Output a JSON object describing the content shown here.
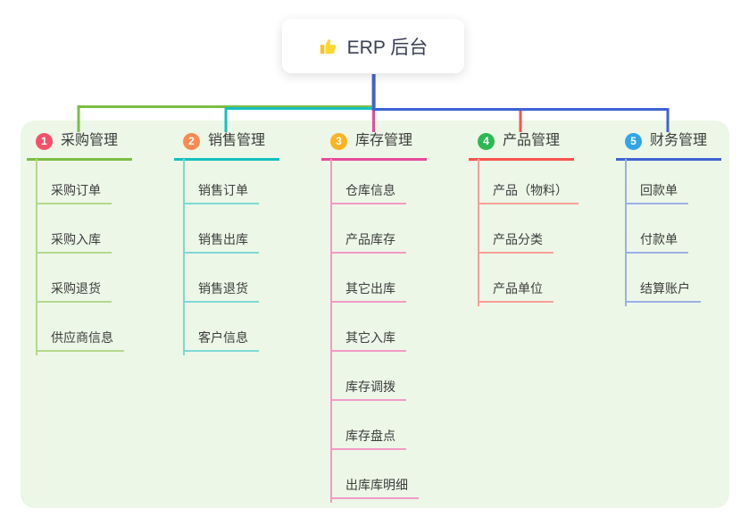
{
  "root": {
    "title": "ERP 后台",
    "icon": "thumbs-up-icon"
  },
  "canvas": {
    "background": "#FFFFFF",
    "panel_background": "#ECF7E7"
  },
  "branches": [
    {
      "badge": "1",
      "title": "采购管理",
      "line_color": "#7CBE45",
      "sub_line_color": "#B4D98C",
      "badge_color": "#F5506A",
      "items": [
        "采购订单",
        "采购入库",
        "采购退货",
        "供应商信息"
      ]
    },
    {
      "badge": "2",
      "title": "销售管理",
      "line_color": "#16C0BE",
      "sub_line_color": "#7FD9D6",
      "badge_color": "#FB8B50",
      "items": [
        "销售订单",
        "销售出库",
        "销售退货",
        "客户信息"
      ]
    },
    {
      "badge": "3",
      "title": "库存管理",
      "line_color": "#E84A9B",
      "sub_line_color": "#F29AC6",
      "badge_color": "#FFB321",
      "items": [
        "仓库信息",
        "产品库存",
        "其它出库",
        "其它入库",
        "库存调拨",
        "库存盘点",
        "出库库明细"
      ]
    },
    {
      "badge": "4",
      "title": "产品管理",
      "line_color": "#F8544B",
      "sub_line_color": "#FA9E97",
      "badge_color": "#2EB852",
      "items": [
        "产品（物料）",
        "产品分类",
        "产品单位"
      ]
    },
    {
      "badge": "5",
      "title": "财务管理",
      "line_color": "#3E63D4",
      "sub_line_color": "#9DAFE6",
      "badge_color": "#32A5E7",
      "items": [
        "回款单",
        "付款单",
        "结算账户"
      ]
    }
  ]
}
